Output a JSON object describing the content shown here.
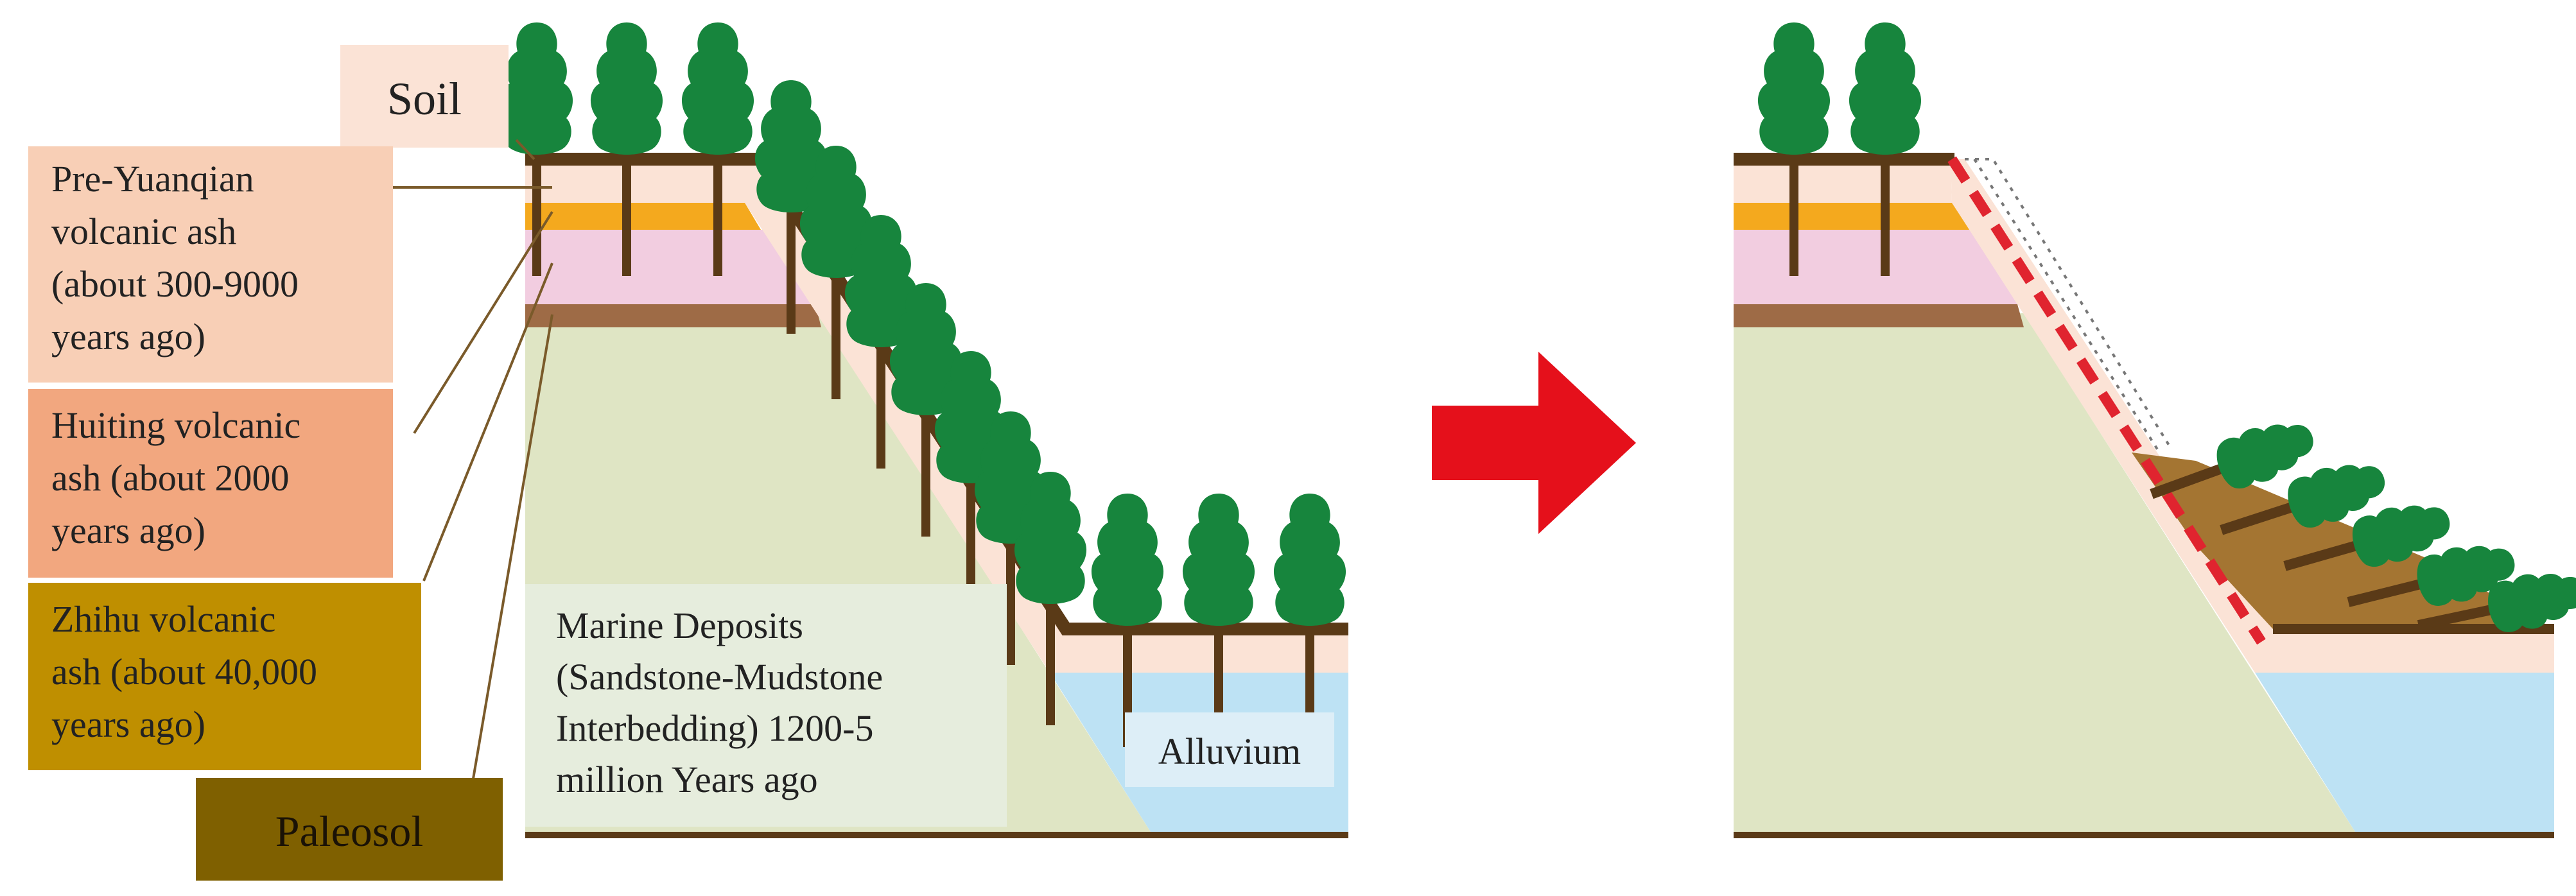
{
  "labels": {
    "soil": "Soil",
    "pre_yuanqian": [
      "Pre-Yuanqian",
      "volcanic ash",
      "(about 300-9000",
      "years ago)"
    ],
    "huiting": [
      "Huiting volcanic",
      "ash (about 2000",
      "years ago)"
    ],
    "zhihu": [
      "Zhihu volcanic",
      "ash (about 40,000",
      "years ago)"
    ],
    "paleosol": "Paleosol",
    "marine": [
      "Marine Deposits",
      "(Sandstone-Mudstone",
      "Interbedding) 1200-5",
      "million Years ago"
    ],
    "alluvium": "Alluvium"
  },
  "colors": {
    "soil_line": "#5a3a17",
    "pale_layer": "#fbe3d6",
    "huiting_layer": "#f4a91e",
    "pink_layer": "#f2cde0",
    "paleosol_layer": "#9e6b46",
    "marine": "#dfe5c4",
    "alluvium": "#bde2f4",
    "tree": "#17853d",
    "trunk": "#5a3a17",
    "arrow": "#e5101b",
    "failure_line": "#e0242f",
    "landslide": "#a47532",
    "box_soil": "#fbe3d6",
    "box_pre": "#f8cfb6",
    "box_huiting": "#f2a77f",
    "box_zhihu": "#bf8f00",
    "box_paleosol": "#7f6000",
    "box_marine": "#e6eddd"
  },
  "icons": [
    "tree-icon",
    "right-arrow-icon"
  ]
}
